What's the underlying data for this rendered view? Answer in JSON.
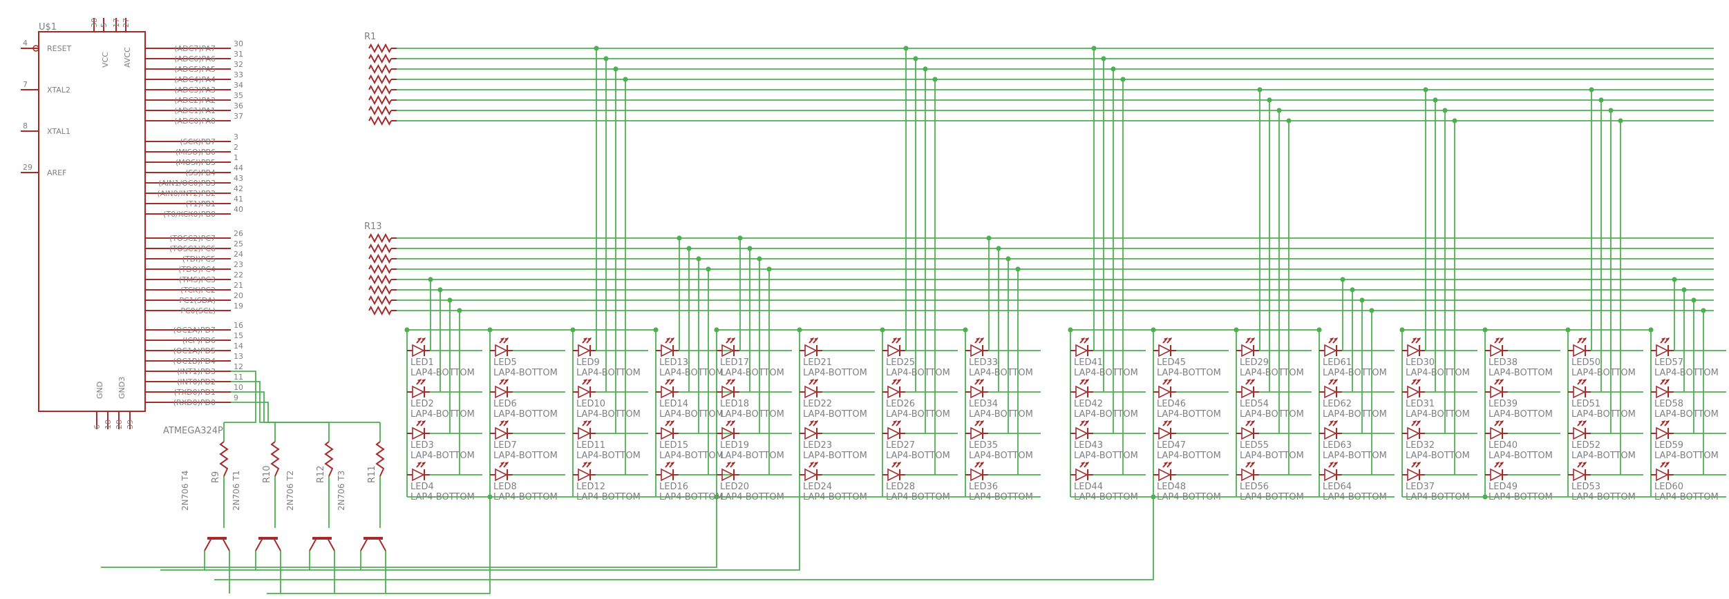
{
  "mcu": {
    "ref": "U$1",
    "part": "ATMEGA324P",
    "left_pins": [
      {
        "num": "4",
        "label": "RESET"
      },
      {
        "num": "7",
        "label": "XTAL2"
      },
      {
        "num": "8",
        "label": "XTAL1"
      },
      {
        "num": "29",
        "label": "AREF"
      }
    ],
    "top_pins": [
      {
        "nums": [
          "38",
          "5"
        ],
        "label": "VCC"
      },
      {
        "nums": [
          "17",
          "27"
        ],
        "label": "AVCC"
      }
    ],
    "bottom_pins": [
      {
        "nums": [
          "6",
          "18"
        ],
        "label": "GND"
      },
      {
        "nums": [
          "28",
          "39"
        ],
        "label": "GND3"
      }
    ],
    "right_pins": [
      {
        "label": "(ADC7)PA7",
        "num": "30"
      },
      {
        "label": "(ADC6)PA6",
        "num": "31"
      },
      {
        "label": "(ADC5)PA5",
        "num": "32"
      },
      {
        "label": "(ADC4)PA4",
        "num": "33"
      },
      {
        "label": "(ADC3)PA3",
        "num": "34"
      },
      {
        "label": "(ADC2)PA2",
        "num": "35"
      },
      {
        "label": "(ADC1)PA1",
        "num": "36"
      },
      {
        "label": "(ADC0)PA0",
        "num": "37"
      },
      {
        "label": "(SCK)PB7",
        "num": "3"
      },
      {
        "label": "(MISO)PB6",
        "num": "2"
      },
      {
        "label": "(MOSI)PB5",
        "num": "1"
      },
      {
        "label": "(SS)PB4",
        "num": "44"
      },
      {
        "label": "(AIN1/OC0)PB3",
        "num": "43"
      },
      {
        "label": "(AIN0/INT2)PB2",
        "num": "42"
      },
      {
        "label": "(T1)PB1",
        "num": "41"
      },
      {
        "label": "(T0/XCK0)PB0",
        "num": "40"
      },
      {
        "label": "(TOSC2)PC7",
        "num": "26"
      },
      {
        "label": "(TOSC1)PC6",
        "num": "25"
      },
      {
        "label": "(TDI)PC5",
        "num": "24"
      },
      {
        "label": "(TDO)PC4",
        "num": "23"
      },
      {
        "label": "(TMS)PC3",
        "num": "22"
      },
      {
        "label": "(TCK)PC2",
        "num": "21"
      },
      {
        "label": "PC1(SDA)",
        "num": "20"
      },
      {
        "label": "PC0(SCL)",
        "num": "19"
      },
      {
        "label": "(OC2A)PD7",
        "num": "16"
      },
      {
        "label": "(ICP)PD6",
        "num": "15"
      },
      {
        "label": "(OC1A)PD5",
        "num": "14"
      },
      {
        "label": "(OC1B)PD4",
        "num": "13"
      },
      {
        "label": "(INT1)PD3",
        "num": "12"
      },
      {
        "label": "(INT0)PD2",
        "num": "11"
      },
      {
        "label": "(TXD0)PD1",
        "num": "10"
      },
      {
        "label": "(RXD0)PD0",
        "num": "9"
      }
    ]
  },
  "resistor_arrays": [
    {
      "ref": "R1"
    },
    {
      "ref": "R13"
    }
  ],
  "base_resistors": [
    "R9",
    "R10",
    "R12",
    "R11"
  ],
  "transistors": [
    {
      "ref": "T4",
      "part": "2N706"
    },
    {
      "ref": "T1",
      "part": "2N706"
    },
    {
      "ref": "T2",
      "part": "2N706"
    },
    {
      "ref": "T3",
      "part": "2N706"
    }
  ],
  "led_part": "LAP4-BOTTOM",
  "led_columns": [
    [
      "LED1",
      "LED2",
      "LED3",
      "LED4"
    ],
    [
      "LED5",
      "LED6",
      "LED7",
      "LED8"
    ],
    [
      "LED9",
      "LED10",
      "LED11",
      "LED12"
    ],
    [
      "LED13",
      "LED14",
      "LED15",
      "LED16"
    ],
    [
      "LED17",
      "LED18",
      "LED19",
      "LED20"
    ],
    [
      "LED21",
      "LED22",
      "LED23",
      "LED24"
    ],
    [
      "LED25",
      "LED26",
      "LED27",
      "LED28"
    ],
    [
      "LED33",
      "LED34",
      "LED35",
      "LED36"
    ],
    [
      "LED41",
      "LED42",
      "LED43",
      "LED44"
    ],
    [
      "LED45",
      "LED46",
      "LED47",
      "LED48"
    ],
    [
      "LED29",
      "LED54",
      "LED55",
      "LED56"
    ],
    [
      "LED61",
      "LED62",
      "LED63",
      "LED64"
    ],
    [
      "LED30",
      "LED31",
      "LED32",
      "LED37"
    ],
    [
      "LED38",
      "LED39",
      "LED40",
      "LED49"
    ],
    [
      "LED50",
      "LED51",
      "LED52",
      "LED53"
    ],
    [
      "LED57",
      "LED58",
      "LED59",
      "LED60"
    ]
  ]
}
